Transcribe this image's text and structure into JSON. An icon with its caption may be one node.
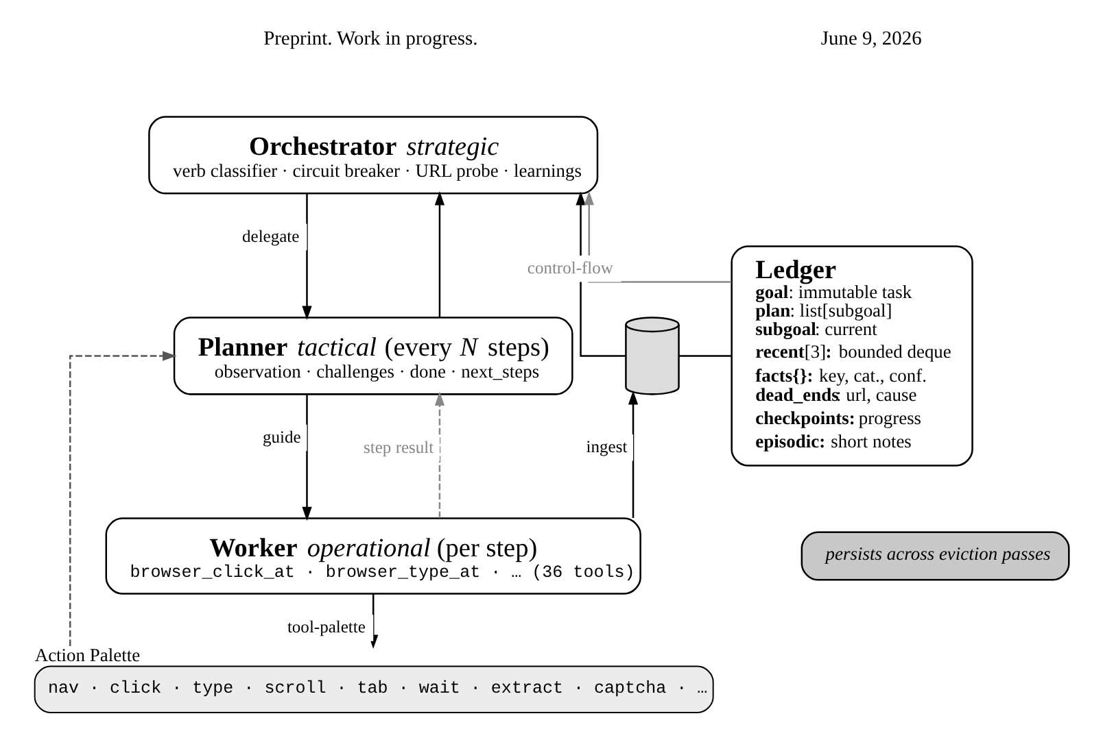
{
  "diagram": {
    "nodes": [
      {
        "text": [
          "**Orchestrator** *strategic*",
          "verb classifier · circuit breaker · URL probe · learnings"
        ]
      },
      {
        "text": [
          "**Planner** *tactical* (every *N* steps)",
          "observation · challenges · done · next_steps"
        ]
      },
      {
        "text": [
          "**Worker** *operational* (per step)",
          "browser_click_at · browser_type_at · … (36 tools)"
        ]
      },
      {
        "text": [
          "Action Palette",
          "nav · click · type · scroll · tab · wait · extract · captcha · …"
        ]
      },
      {
        "text": [],
        "shape": "cylinder"
      },
      {
        "text": [
          "Ledger",
          "**goal**: immutable task",
          "**plan**: list[subgoal]",
          "**subgoal**: current",
          "**recent**[3]**:** bounded deque",
          "**facts{}:** key, cat., conf.",
          "**dead_ends**: url, cause",
          "**checkpoints:** progress",
          "**episodic:** short notes"
        ]
      },
      {
        "text": [
          "persists across eviction passes"
        ]
      }
    ],
    "edges": [
      {
        "from": 1,
        "to": 0,
        "arrow": "to"
      },
      {
        "from": 0,
        "to": 1,
        "arrow": "to",
        "label": "delegate"
      },
      {
        "from": 4,
        "to": 0,
        "arrow": "to"
      },
      {
        "from": 1,
        "to": 2,
        "arrow": "to",
        "label": "guide"
      },
      {
        "from": 2,
        "to": 1,
        "arrow": "to",
        "label": "step result",
        "style": "dashed",
        "color": "#888888"
      },
      {
        "from": 2,
        "to": 4,
        "arrow": "to",
        "label": "ingest"
      },
      {
        "from": 4,
        "to": 5,
        "arrow": "none"
      },
      {
        "from": 2,
        "to": 3,
        "arrow": "to",
        "label": "tool-palette"
      },
      {
        "from": 3,
        "to": 1,
        "arrow": "to",
        "style": "dashed",
        "color": "#555555"
      },
      {
        "from": 5,
        "to": 0,
        "arrow": "to",
        "label": "control-flow",
        "color": "#888888"
      }
    ],
    "labels": [
      "Preprint. Work in progress.",
      "June 9, 2026"
    ]
  }
}
